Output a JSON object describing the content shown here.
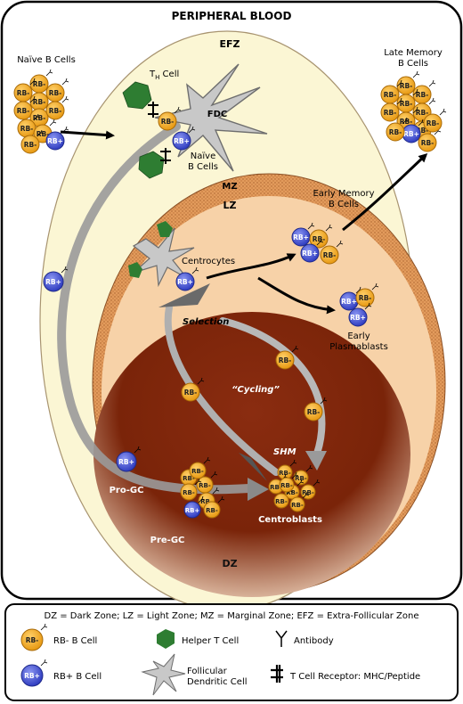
{
  "title": "PERIPHERAL BLOOD",
  "zones": {
    "efz": "EFZ",
    "mz": "MZ",
    "lz": "LZ",
    "dz": "DZ"
  },
  "labels": {
    "naive_b_cells_top": "Naïve B Cells",
    "late_memory": "Late Memory",
    "late_memory_2": "B Cells",
    "th_cell_main": "T",
    "th_cell_sub": "H",
    "th_cell_suffix": " Cell",
    "fdc": "FDC",
    "naive_b_cells_mid": "Naïve",
    "naive_b_cells_mid_2": "B Cells",
    "early_memory": "Early Memory",
    "early_memory_2": "B Cells",
    "centrocytes": "Centrocytes",
    "selection": "Selection",
    "early_plasmablasts": "Early",
    "early_plasmablasts_2": "Plasmablasts",
    "cycling": "“Cycling”",
    "shm": "SHM",
    "pro_gc": "Pro-GC",
    "pre_gc": "Pre-GC",
    "centroblasts": "Centroblasts"
  },
  "cell_text": {
    "rb_minus": "RB-",
    "rb_plus": "RB+"
  },
  "legend": {
    "abbreviations": "DZ = Dark Zone; LZ = Light Zone; MZ = Marginal Zone; EFZ = Extra-Follicular Zone",
    "rb_minus_cell": "RB- B Cell",
    "rb_plus_cell": "RB+ B Cell",
    "helper_t": "Helper T Cell",
    "antibody": "Antibody",
    "fdc_1": "Follicular",
    "fdc_2": "Dendritic Cell",
    "tcr": "T Cell Receptor: MHC/Peptide"
  },
  "colors": {
    "rb_minus_fill": "#f2a81f",
    "rb_plus_fill": "#4a58d8",
    "helper_t": "#2e7d32",
    "efz_fill": "#fbf6d4",
    "lz_fill": "#f7d2a8",
    "mz_fill": "#e7a36a",
    "dz_dark": "#6e1e0a",
    "dz_mid": "#9a3a14"
  }
}
